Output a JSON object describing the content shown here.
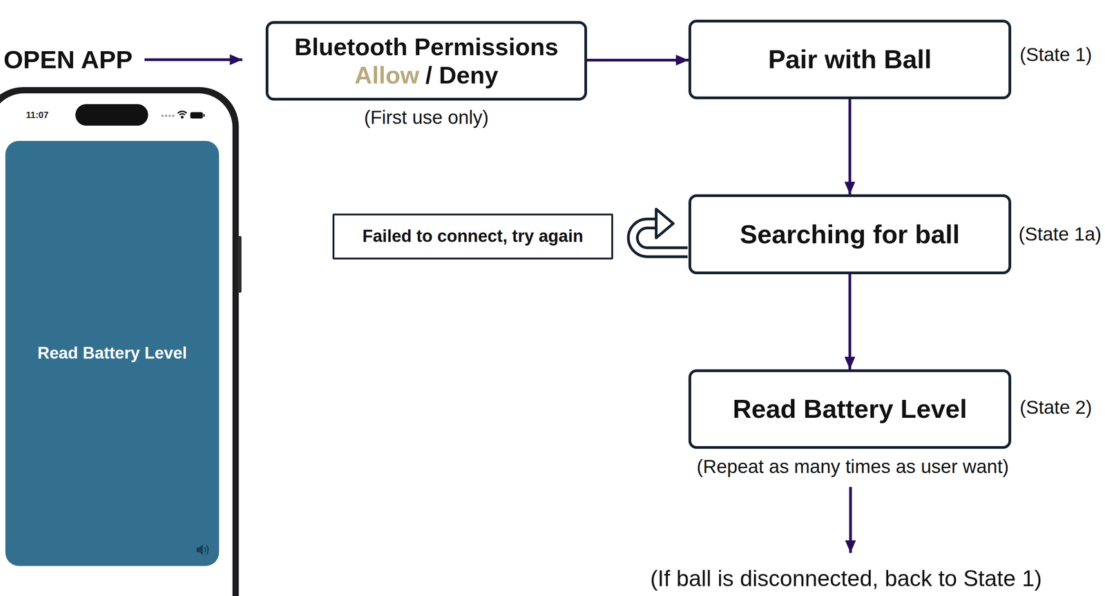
{
  "diagram": {
    "nodes": [
      {
        "text": [
          "Bluetooth Permissions",
          "Allow",
          "/ Deny"
        ]
      },
      {
        "text": [
          "Pair with Ball"
        ]
      },
      {
        "text": [
          "Failed to connect, try again"
        ]
      },
      {
        "text": [
          "Searching for ball"
        ]
      },
      {
        "text": [
          "Read Battery Level"
        ]
      },
      {
        "text": [
          "Read Battery Level"
        ]
      }
    ],
    "edges": [
      {
        "from": 0,
        "to": 1,
        "arrow": "to"
      },
      {
        "from": 1,
        "to": 3,
        "arrow": "to"
      },
      {
        "from": 3,
        "to": 4,
        "arrow": "to"
      }
    ],
    "labels": [
      "OPEN APP",
      "(First use only)",
      "(State 1)",
      "(State 1a)",
      "(State 2)",
      "(Repeat as many times as user want)",
      "(If ball is disconnected, back to State 1)",
      "11:07"
    ]
  }
}
